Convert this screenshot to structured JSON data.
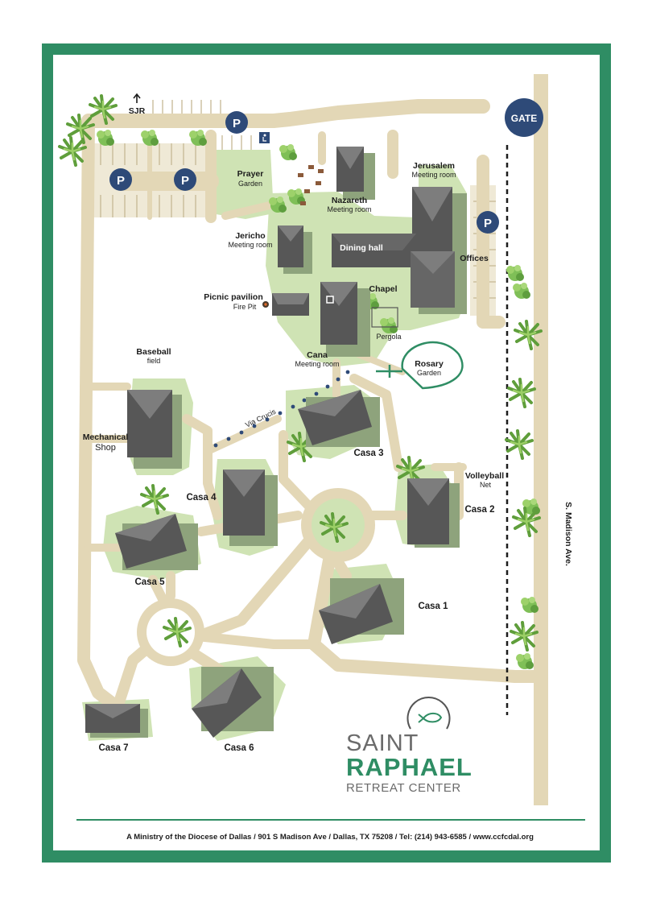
{
  "colors": {
    "frame": "#2f8d64",
    "path": "#e3d7b6",
    "lawn": "#cfe3b4",
    "roof_dark": "#575757",
    "roof_light": "#7d7d7d",
    "shadow": "#8ea37c",
    "badge": "#2e4a78",
    "dots": "#2e4a78"
  },
  "labels": {
    "sjr": "SJR",
    "gate": "GATE",
    "parking": "P",
    "prayer": "Prayer",
    "prayer_sub": "Garden",
    "nazareth": "Nazareth",
    "nazareth_sub": "Meeting room",
    "jerusalem": "Jerusalem",
    "jerusalem_sub": "Meeting room",
    "jericho": "Jericho",
    "jericho_sub": "Meeting room",
    "dining_hall": "Dining hall",
    "offices": "Offices",
    "picnic": "Picnic pavilion",
    "fire_pit": "Fire Pit",
    "chapel": "Chapel",
    "pergola": "Pergola",
    "cana": "Cana",
    "cana_sub": "Meeting room",
    "rosary": "Rosary",
    "rosary_sub": "Garden",
    "baseball": "Baseball",
    "baseball_sub": "field",
    "via_crucis": "Via Crucis",
    "mechanical": "Mechanical",
    "shop": "Shop",
    "volleyball": "Volleyball",
    "volleyball_sub": "Net",
    "street": "S. Madison Ave.",
    "casa1": "Casa 1",
    "casa2": "Casa 2",
    "casa3": "Casa 3",
    "casa4": "Casa 4",
    "casa5": "Casa 5",
    "casa6": "Casa 6",
    "casa7": "Casa 7"
  },
  "logo": {
    "line1": "SAINT",
    "line2": "RAPHAEL",
    "line3": "RETREAT CENTER"
  },
  "footer": {
    "text": "A Ministry of the Diocese of Dallas / 901 S Madison Ave / Dallas, TX 75208 / Tel: (214) 943-6585 / www.ccfcdal.org"
  }
}
